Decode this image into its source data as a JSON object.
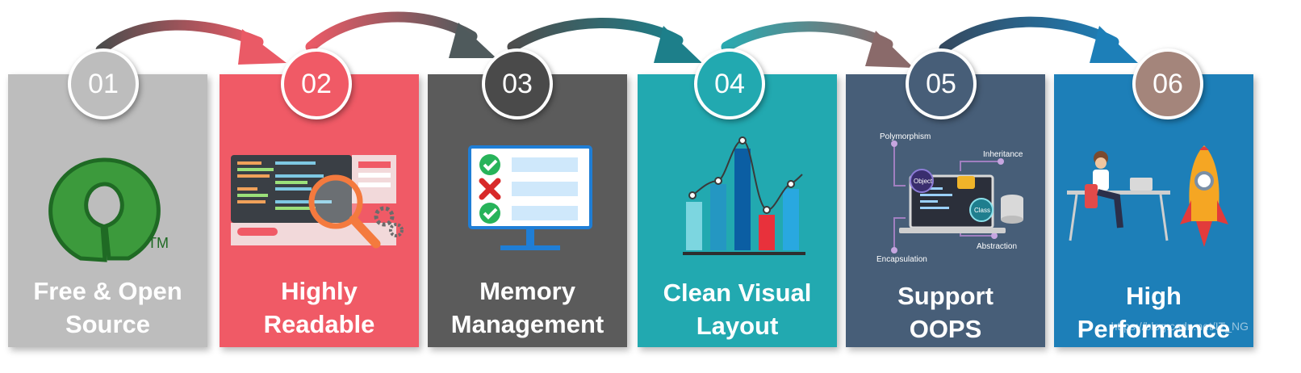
{
  "steps": [
    {
      "number": "01",
      "title_line1": "Free & Open",
      "title_line2": "Source",
      "color": "#bdbdbd",
      "icon": "open-source-logo-icon",
      "trademark": "TM"
    },
    {
      "number": "02",
      "title_line1": "Highly",
      "title_line2": "Readable",
      "color": "#f05a66",
      "icon": "code-magnifier-icon"
    },
    {
      "number": "03",
      "title_line1": "Memory",
      "title_line2": "Management",
      "color": "#5b5b5b",
      "icon": "checklist-monitor-icon"
    },
    {
      "number": "04",
      "title_line1": "Clean Visual",
      "title_line2": "Layout",
      "color": "#22a9b0",
      "icon": "bar-chart-icon"
    },
    {
      "number": "05",
      "title_line1": "Support",
      "title_line2": "OOPS",
      "color": "#475e78",
      "icon": "oop-laptop-icon",
      "oop_labels": {
        "polymorphism": "Polymorphism",
        "inheritance": "Inheritance",
        "object": "Object",
        "class": "Class",
        "encapsulation": "Encapsulation",
        "abstraction": "Abstraction"
      }
    },
    {
      "number": "06",
      "title_line1": "High",
      "title_line2": "Performance",
      "color": "#1d7fb8",
      "badge_color": "#a4857b",
      "icon": "rocket-developer-icon"
    }
  ],
  "watermark": "https://blog.csdn.net/IT_NG"
}
